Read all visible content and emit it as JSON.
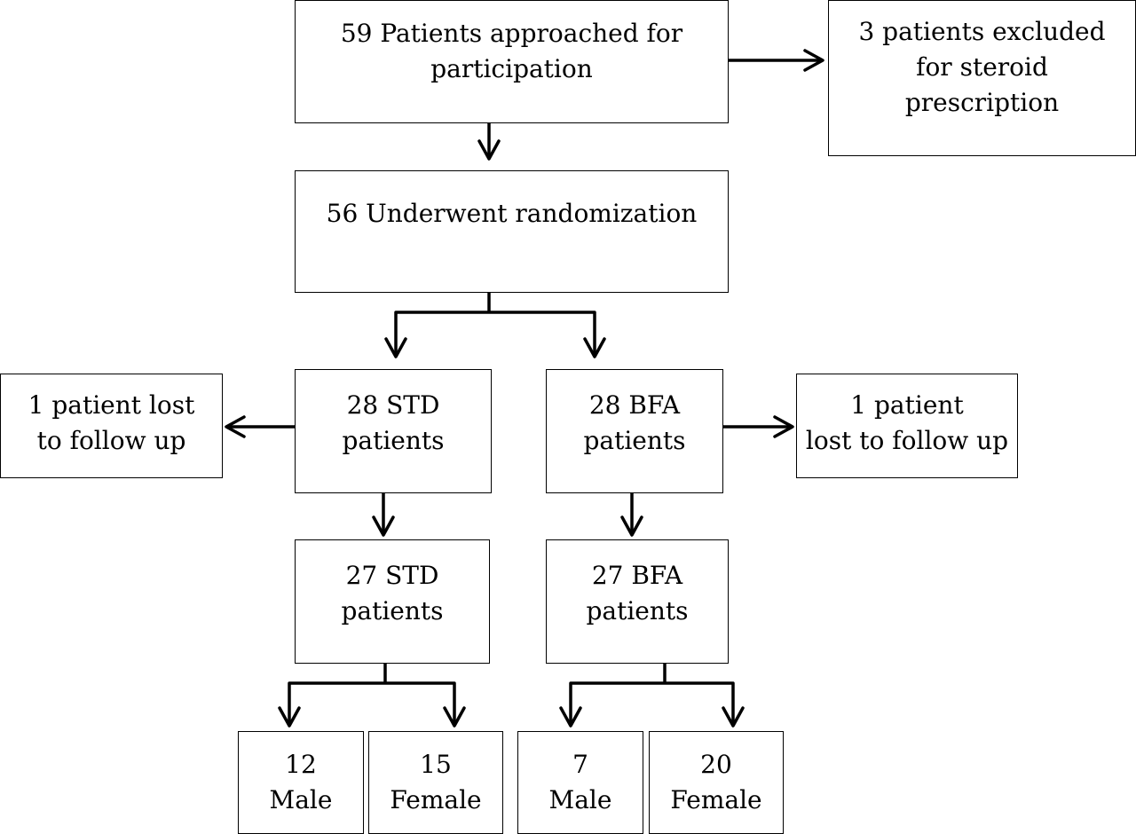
{
  "flowchart": {
    "approached": [
      "59 Patients approached for",
      "participation"
    ],
    "excluded": [
      "3 patients excluded",
      "for steroid",
      "prescription"
    ],
    "randomized": [
      "56 Underwent randomization"
    ],
    "std_initial": [
      "28 STD",
      "patients"
    ],
    "bfa_initial": [
      "28 BFA",
      "patients"
    ],
    "std_lost": [
      "1 patient lost",
      "to follow up"
    ],
    "bfa_lost": [
      "1 patient",
      "lost to follow up"
    ],
    "std_final": [
      "27 STD",
      "patients"
    ],
    "bfa_final": [
      "27 BFA",
      "patients"
    ],
    "std_male": [
      "12",
      "Male"
    ],
    "std_female": [
      "15",
      "Female"
    ],
    "bfa_male": [
      "7",
      "Male"
    ],
    "bfa_female": [
      "20",
      "Female"
    ]
  }
}
